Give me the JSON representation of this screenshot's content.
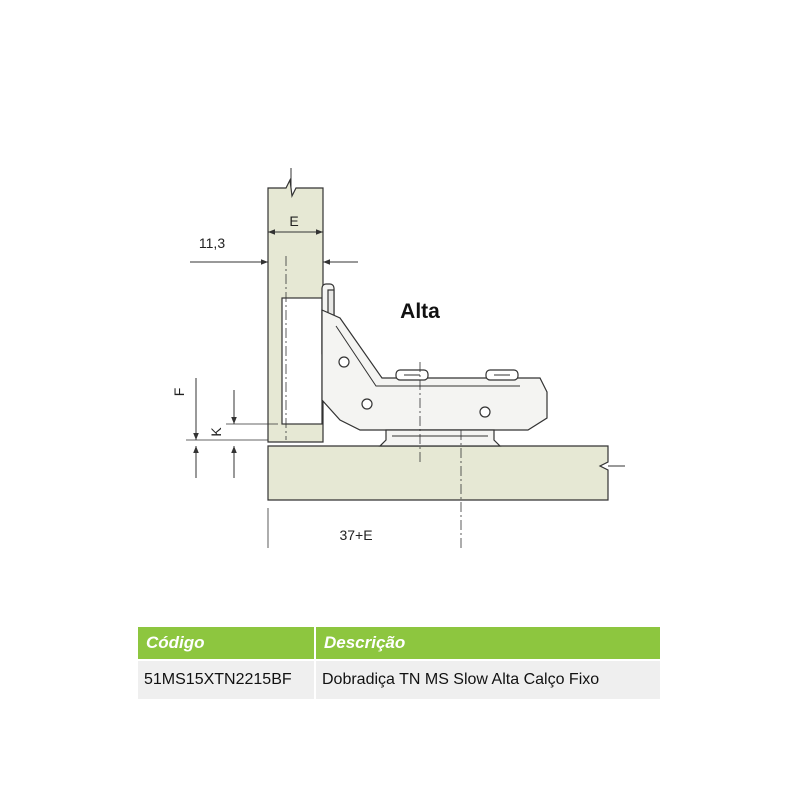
{
  "diagram": {
    "title": "Alta",
    "dimensions": {
      "overlay": "11,3",
      "thickness": "E",
      "distance": "37+E",
      "f": "F",
      "k": "K"
    },
    "colors": {
      "panel": "#e6e8d4",
      "line": "#333333",
      "metal": "#f4f4f2"
    }
  },
  "table": {
    "header_color": "#8dc63f",
    "row_color": "#efefef",
    "headers": [
      "Código",
      "Descrição"
    ],
    "rows": [
      [
        "51MS15XTN2215BF",
        "Dobradiça TN MS Slow Alta Calço Fixo"
      ]
    ]
  }
}
